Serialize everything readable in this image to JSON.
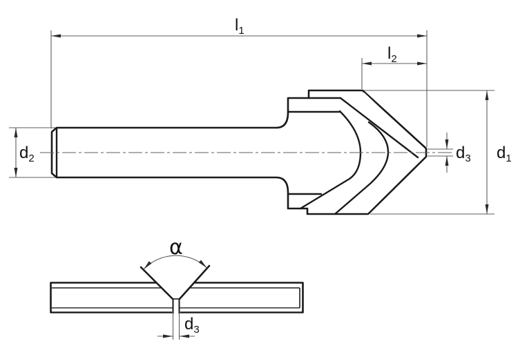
{
  "labels": {
    "l1": {
      "base": "l",
      "sub": "1"
    },
    "l2": {
      "base": "l",
      "sub": "2"
    },
    "d2": {
      "base": "d",
      "sub": "2"
    },
    "d3_tool": {
      "base": "d",
      "sub": "3"
    },
    "d1": {
      "base": "d",
      "sub": "1"
    },
    "alpha": {
      "base": "α",
      "sub": ""
    },
    "d3_workpiece": {
      "base": "d",
      "sub": "3"
    }
  },
  "colors": {
    "background": "#ffffff",
    "body_fill": "#d8d8d8",
    "line": "#1a1a1a",
    "dim_line": "#5c5c5c",
    "arrow": "#2b2b2b",
    "text": "#111111"
  }
}
